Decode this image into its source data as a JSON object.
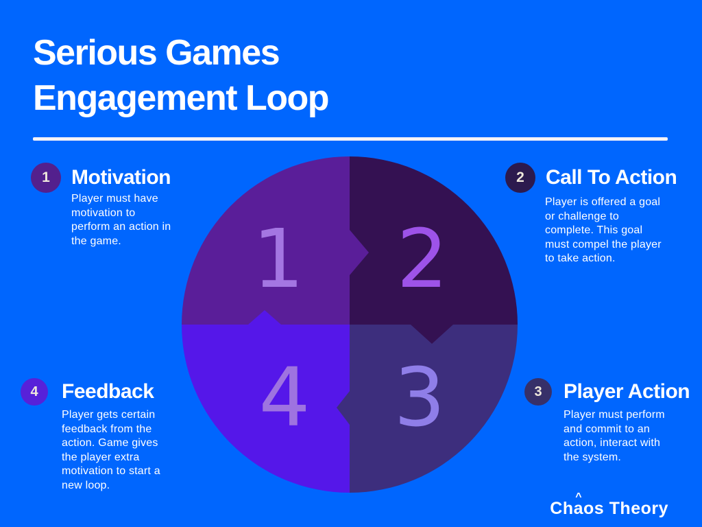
{
  "colors": {
    "background": "#0066FE",
    "title_rule": "#F3F2F8",
    "body_text": "#FFFFFF",
    "badge_digit": "#EFE8DC"
  },
  "header": {
    "title": "Serious Games\nEngagement Loop"
  },
  "steps": [
    {
      "number": "1",
      "title": "Motivation",
      "body": "Player must have\nmotivation to\nperform an action in\nthe game.",
      "badge_color": "#53208D"
    },
    {
      "number": "2",
      "title": "Call To Action",
      "body": "Player is offered a goal\nor challenge to\ncomplete. This goal\nmust compel the player\nto take action.",
      "badge_color": "#2C1A4E"
    },
    {
      "number": "3",
      "title": "Player Action",
      "body": "Player must perform\nand commit to an\naction, interact with\nthe system.",
      "badge_color": "#373069"
    },
    {
      "number": "4",
      "title": "Feedback",
      "body": "Player gets certain\nfeedback from the\naction. Game gives\nthe player extra\nmotivation to start a\nnew loop.",
      "badge_color": "#5721D9"
    }
  ],
  "loop": {
    "quadrants": [
      {
        "number": "1",
        "color": "#5A1E99",
        "number_color": "#A476E2"
      },
      {
        "number": "2",
        "color": "#341152",
        "number_color": "#9D53E8"
      },
      {
        "number": "3",
        "color": "#3D2E7D",
        "number_color": "#8F7EE8"
      },
      {
        "number": "4",
        "color": "#5517E9",
        "number_color": "#9E73E0"
      }
    ]
  },
  "footer": {
    "logo_text": "Chaos Theory",
    "logo_accent": "^"
  }
}
